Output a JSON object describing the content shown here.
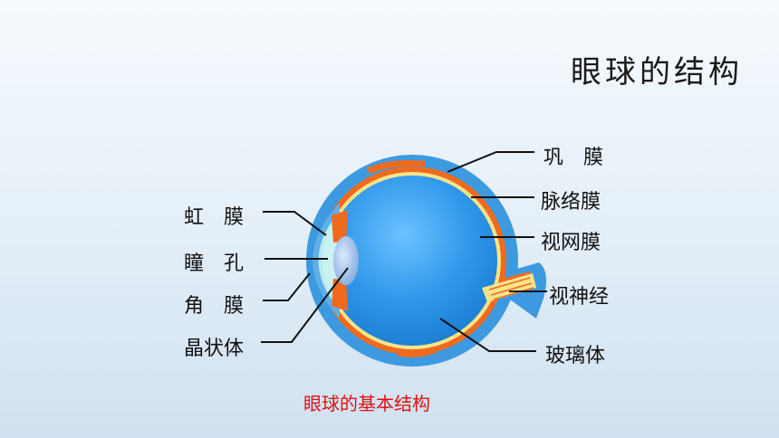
{
  "title": "眼球的结构",
  "caption": "眼球的基本结构",
  "labels": {
    "iris": "虹　膜",
    "pupil": "瞳　孔",
    "cornea": "角　膜",
    "lens": "晶状体",
    "sclera": "巩　膜",
    "choroid": "脉络膜",
    "retina": "视网膜",
    "optic_nerve": "视神经",
    "vitreous": "玻璃体"
  },
  "colors": {
    "sclera": "#2e8fd8",
    "choroid": "#f06a1e",
    "retina": "#f7e48a",
    "vitreous": "#2f97ea",
    "caption": "#e01010"
  }
}
